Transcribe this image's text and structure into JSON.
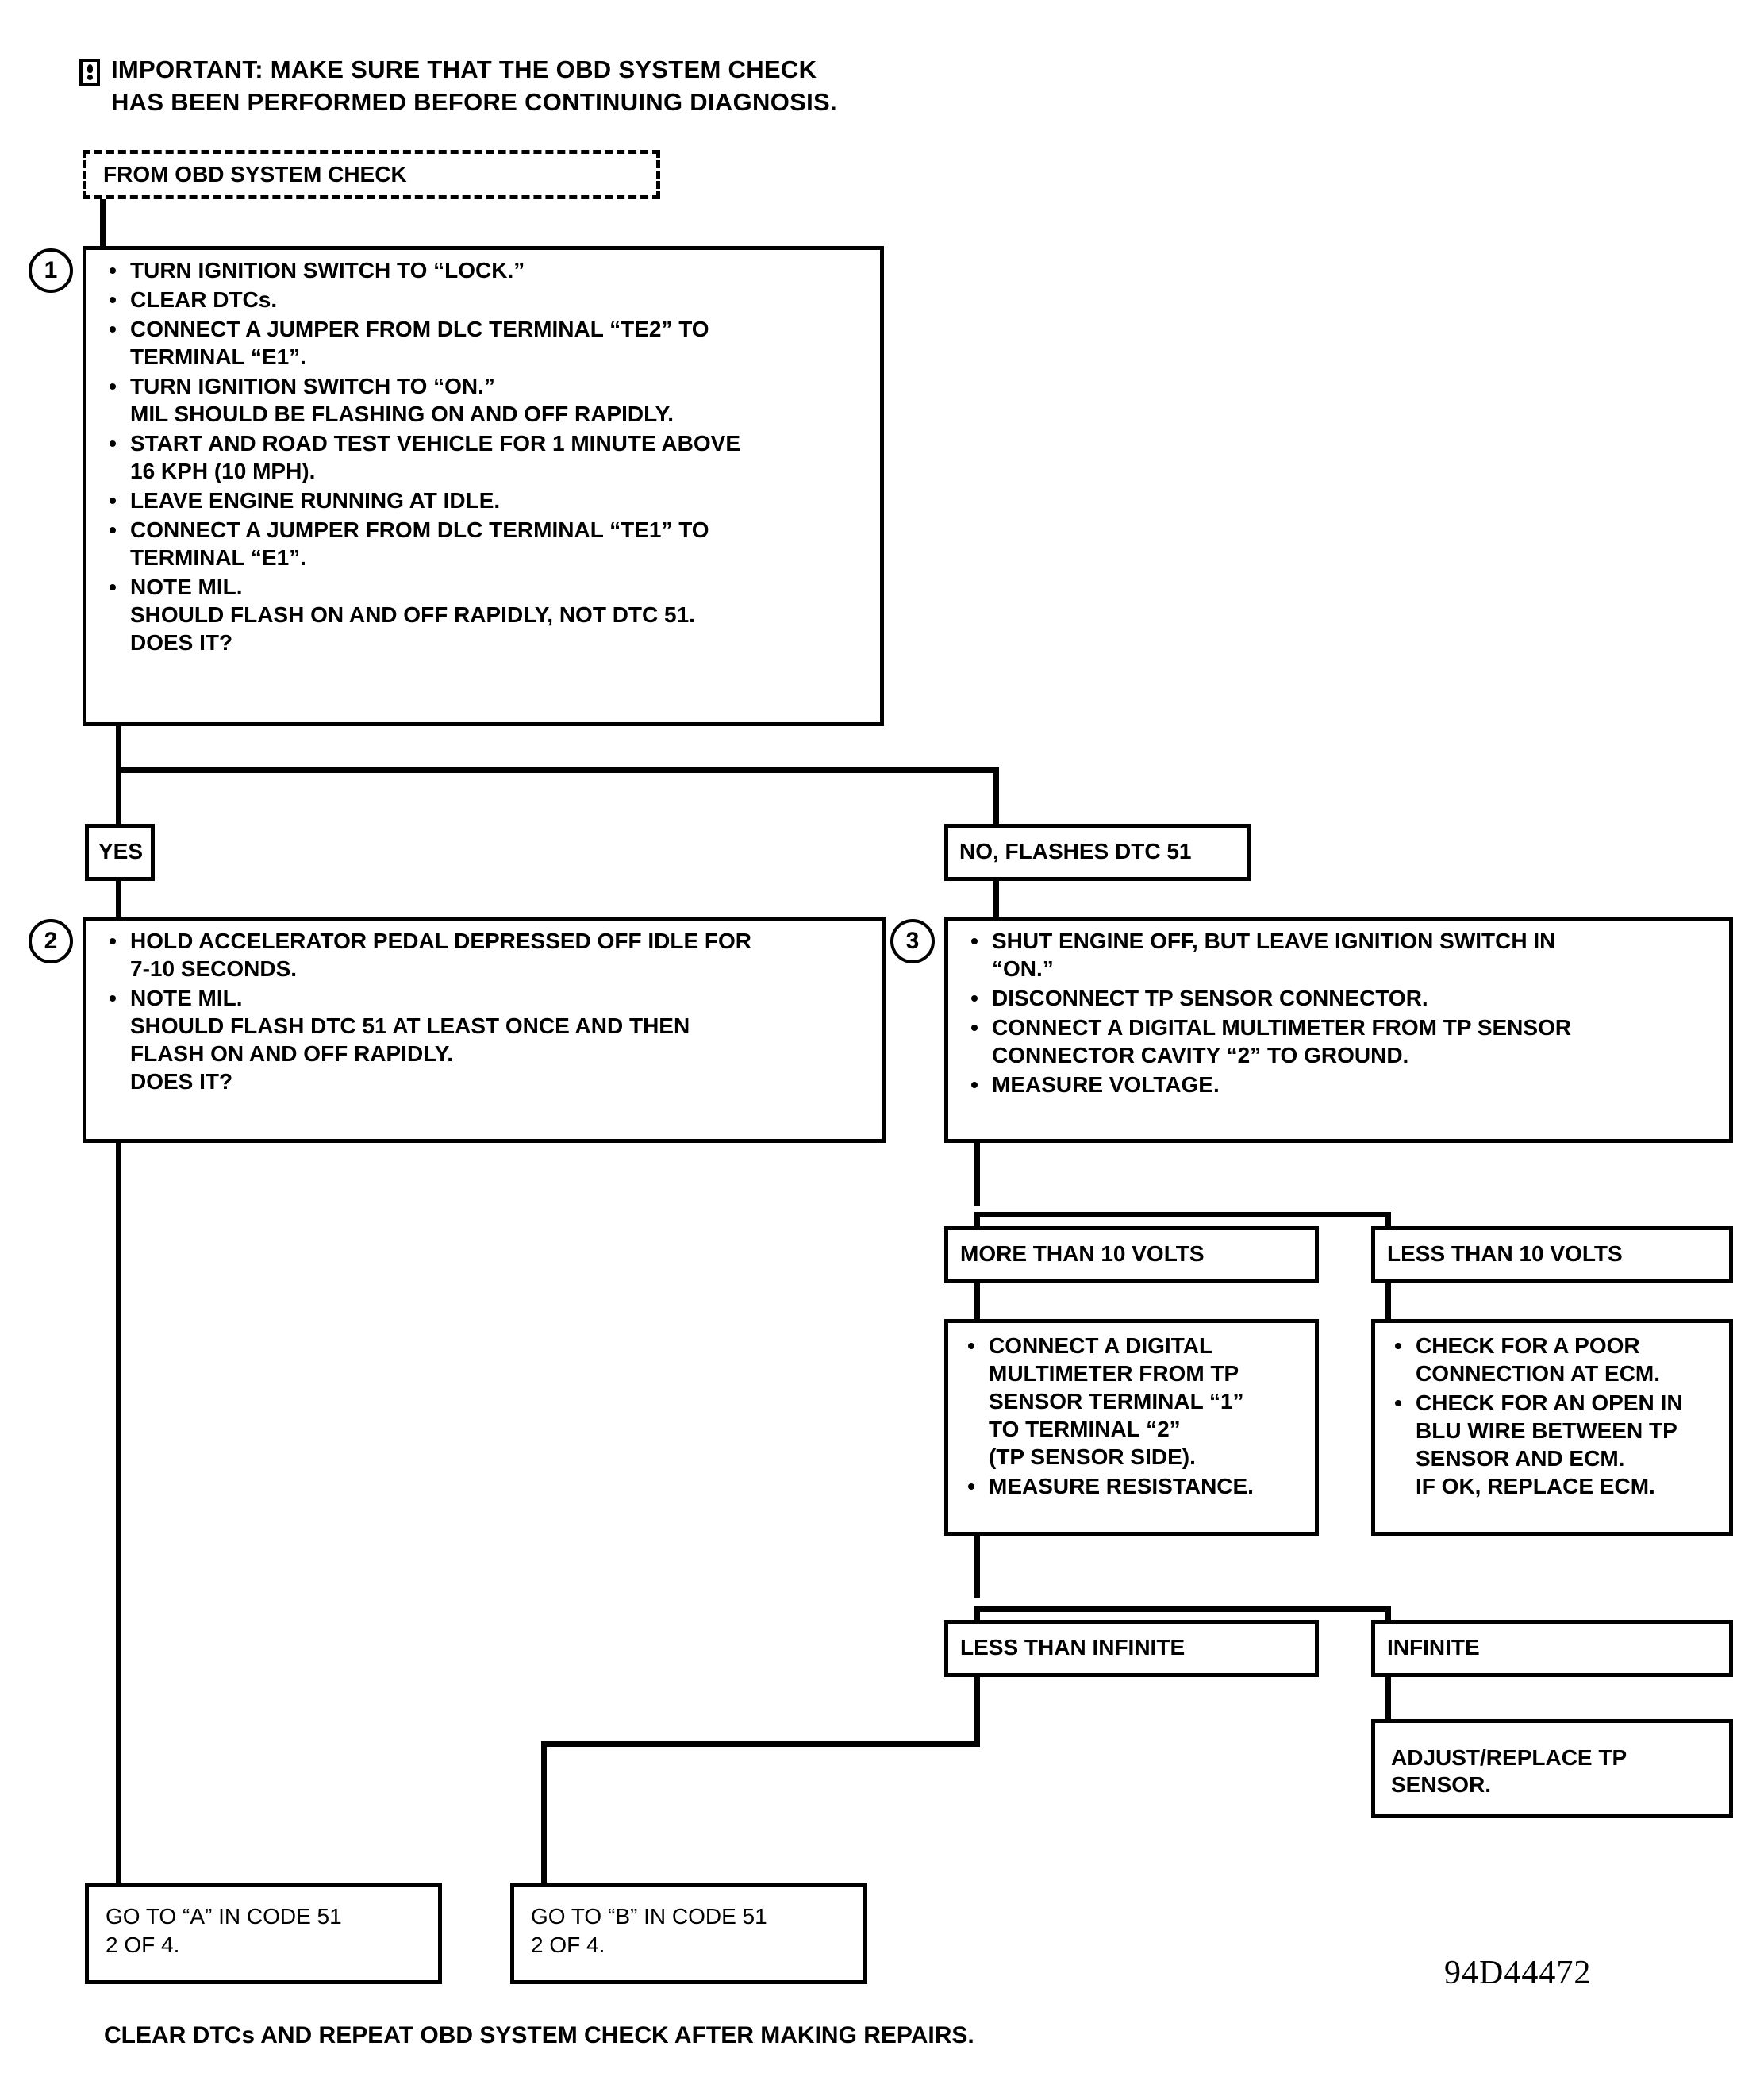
{
  "important_note": {
    "icon": "exclamation-in-box-icon",
    "text": "IMPORTANT:  MAKE SURE THAT THE OBD SYSTEM CHECK\nHAS BEEN PERFORMED BEFORE CONTINUING DIAGNOSIS."
  },
  "entry_box": {
    "label": "FROM OBD SYSTEM CHECK"
  },
  "steps": [
    {
      "number": "1",
      "bullets": [
        "TURN IGNITION SWITCH TO “LOCK.”",
        "CLEAR DTCs.",
        "CONNECT A JUMPER FROM DLC TERMINAL “TE2” TO\nTERMINAL “E1”.",
        "TURN IGNITION SWITCH TO “ON.”\nMIL SHOULD BE FLASHING ON AND OFF RAPIDLY.",
        "START AND ROAD TEST VEHICLE FOR 1 MINUTE ABOVE\n16 KPH (10 MPH).",
        "LEAVE ENGINE RUNNING AT IDLE.",
        "CONNECT A JUMPER FROM DLC TERMINAL “TE1” TO\nTERMINAL “E1”.",
        "NOTE MIL.\nSHOULD FLASH ON AND OFF RAPIDLY, NOT DTC 51.\nDOES IT?"
      ]
    },
    {
      "number": "2",
      "bullets": [
        "HOLD ACCELERATOR PEDAL DEPRESSED OFF IDLE FOR\n7-10 SECONDS.",
        "NOTE MIL.\nSHOULD FLASH DTC 51 AT LEAST ONCE AND THEN\nFLASH ON AND OFF RAPIDLY.\nDOES IT?"
      ]
    },
    {
      "number": "3",
      "bullets": [
        "SHUT ENGINE OFF, BUT LEAVE IGNITION SWITCH IN\n“ON.”",
        "DISCONNECT TP SENSOR CONNECTOR.",
        "CONNECT A DIGITAL MULTIMETER FROM TP SENSOR\nCONNECTOR CAVITY “2” TO GROUND.",
        "MEASURE VOLTAGE."
      ]
    }
  ],
  "branches": {
    "yes": "YES",
    "no_flashes": "NO, FLASHES DTC 51",
    "more_than_10_volts": "MORE THAN 10 VOLTS",
    "less_than_10_volts": "LESS THAN 10 VOLTS",
    "less_than_infinite": "LESS THAN INFINITE",
    "infinite": "INFINITE"
  },
  "action_boxes": {
    "multimeter": [
      "CONNECT A DIGITAL\nMULTIMETER FROM TP\nSENSOR TERMINAL “1”\nTO TERMINAL  “2”\n(TP SENSOR SIDE).",
      "MEASURE RESISTANCE."
    ],
    "ecm_check": [
      "CHECK FOR A POOR\nCONNECTION AT ECM.",
      "CHECK FOR AN OPEN IN\nBLU WIRE BETWEEN TP\nSENSOR AND ECM.\nIF OK, REPLACE ECM."
    ],
    "adjust_replace": "ADJUST/REPLACE TP\nSENSOR."
  },
  "goto_boxes": {
    "a": "GO TO “A” IN CODE 51\n2 OF 4.",
    "b": "GO TO “B” IN CODE 51\n2 OF 4."
  },
  "figure_number": "94D44472",
  "footer": "CLEAR DTCs AND REPEAT OBD SYSTEM CHECK AFTER MAKING REPAIRS.",
  "colors": {
    "ink": "#000000",
    "paper": "#ffffff"
  }
}
